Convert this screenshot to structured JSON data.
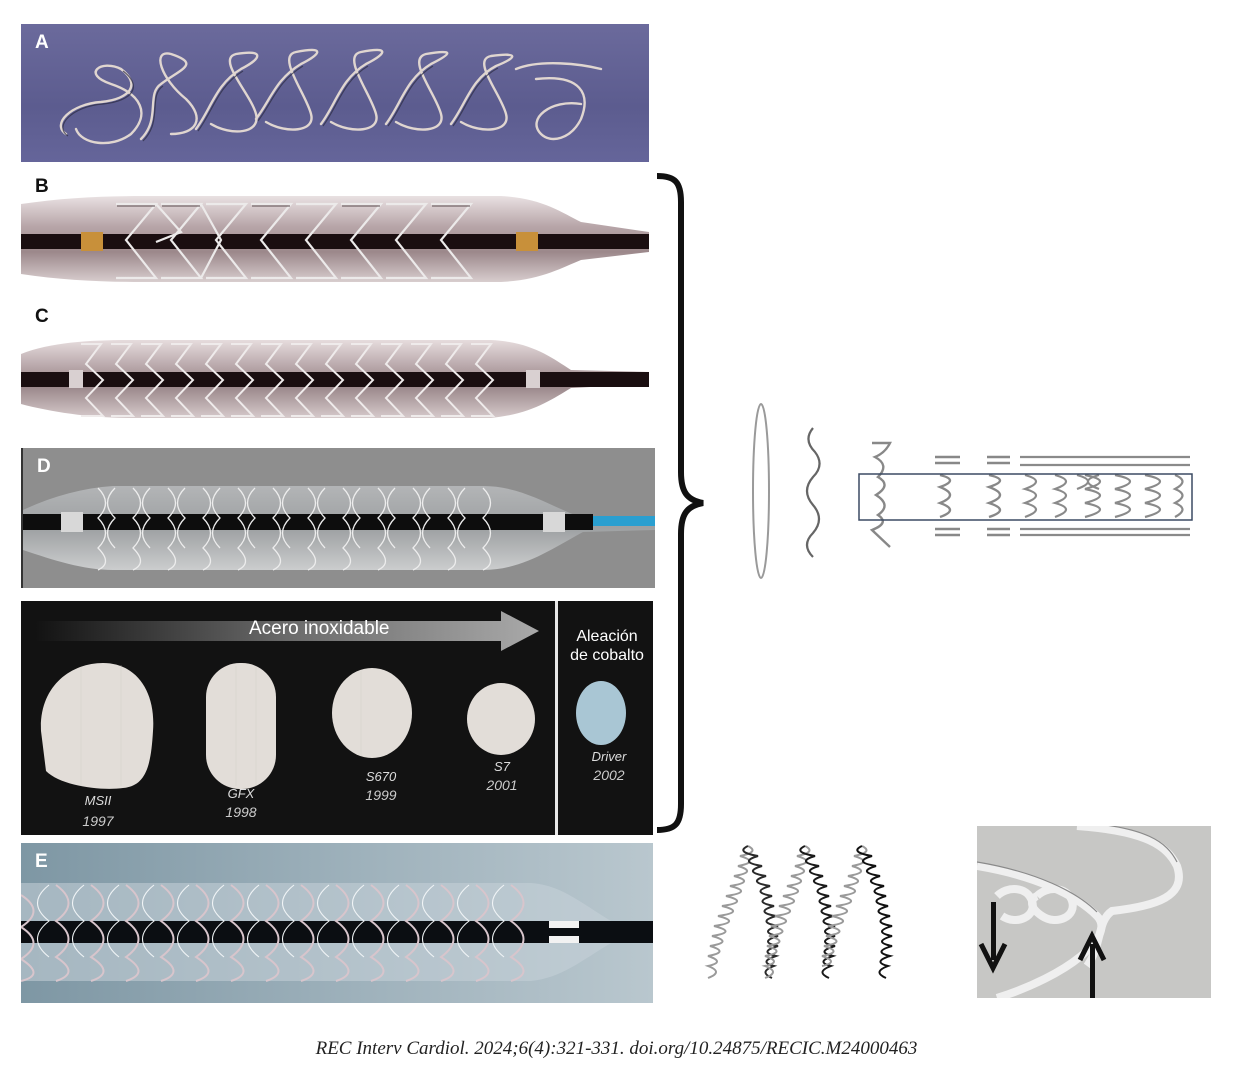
{
  "figure": {
    "panels": [
      {
        "id": "A",
        "label": "A",
        "description": "Coil-type wire stent on purple background"
      },
      {
        "id": "B",
        "label": "B",
        "description": "Stent crimped on balloon catheter, large cells"
      },
      {
        "id": "C",
        "label": "C",
        "description": "Stent crimped on balloon catheter, more rings"
      },
      {
        "id": "D",
        "label": "D",
        "description": "Stent on balloon with blue catheter tip, grey background"
      },
      {
        "id": "E",
        "label": "E",
        "description": "Thin-strut stent on balloon, blue-grey background"
      }
    ],
    "strut_comparison": {
      "arrow_label": "Acero inoxidable",
      "cobalt_label_line1": "Aleación",
      "cobalt_label_line2": "de cobalto",
      "items": [
        {
          "name": "MSII",
          "year": "1997",
          "material": "steel"
        },
        {
          "name": "GFX",
          "year": "1998",
          "material": "steel"
        },
        {
          "name": "S670",
          "year": "1999",
          "material": "steel"
        },
        {
          "name": "S7",
          "year": "2001",
          "material": "steel"
        },
        {
          "name": "Driver",
          "year": "2002",
          "material": "cobalt"
        }
      ]
    },
    "citation": "REC Interv Cardiol. 2024;6(4):321-331. doi.org/10.24875/RECIC.M24000463",
    "colors": {
      "panel_a_bg": "#62629a",
      "panel_d_bg": "#8e8e8e",
      "strut_bg": "#121212",
      "cobalt_strut": "#a9c6d4",
      "catheter_tip": "#2a9fd0",
      "marker_gold": "#c8903a",
      "schematic_box": "#3b4a63"
    }
  }
}
